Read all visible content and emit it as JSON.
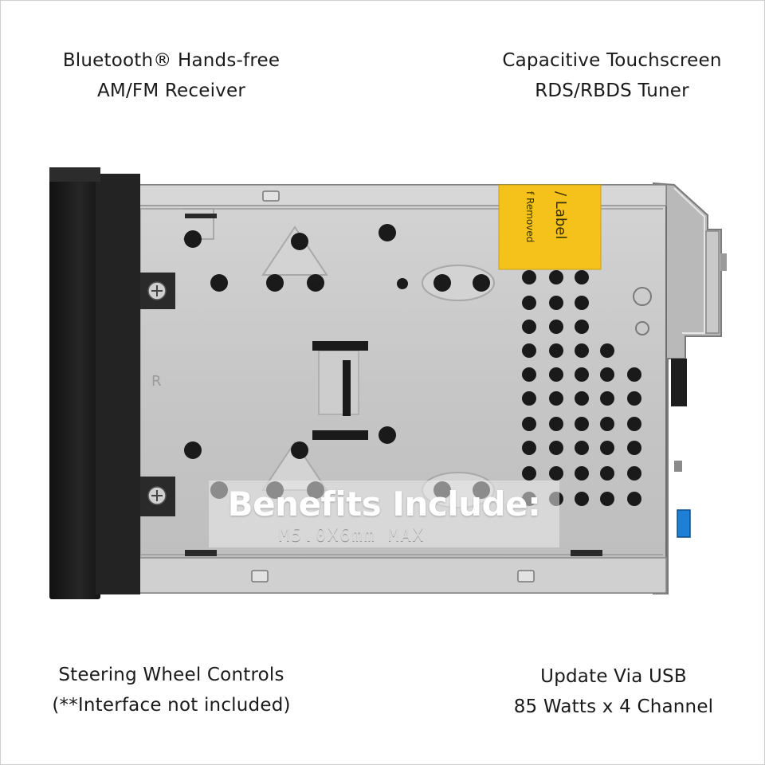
{
  "features": {
    "top_left": {
      "line1": "Bluetooth® Hands-free",
      "line2": "AM/FM Receiver"
    },
    "top_right": {
      "line1": "Capacitive Touchscreen",
      "line2": "RDS/RBDS Tuner"
    },
    "bottom_left": {
      "line1": "Steering Wheel Controls",
      "line2": "(**Interface not included)"
    },
    "bottom_right": {
      "line1": "Update Via USB",
      "line2": "85 Watts x 4 Channel"
    }
  },
  "overlay": {
    "heading": "Benefits Include:"
  },
  "chassis": {
    "engraving": "M5.0X6mm  MAX",
    "side_mark": "R",
    "sticker_line1": "/ Label",
    "sticker_line2": "f Removed"
  },
  "colors": {
    "chassis": "#c6c6c6",
    "faceplate": "#1c1c1c",
    "sticker": "#f4c21a",
    "connector": "#1e7fd6"
  }
}
